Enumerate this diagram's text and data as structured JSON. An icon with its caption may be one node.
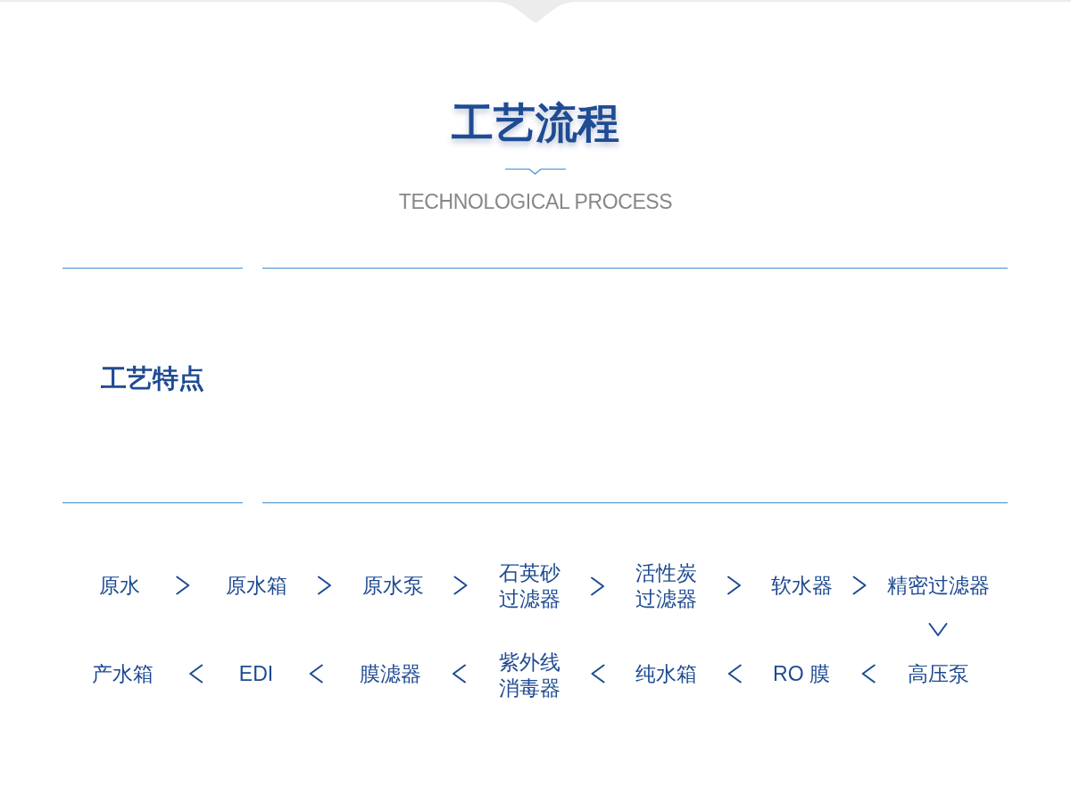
{
  "diagram": {
    "title": "工艺流程",
    "nodes": [
      {
        "text": [
          "原水"
        ]
      },
      {
        "text": [
          "原水箱"
        ]
      },
      {
        "text": [
          "原水泵"
        ]
      },
      {
        "text": [
          "石英砂过滤器"
        ]
      },
      {
        "text": [
          "活性炭过滤器"
        ]
      },
      {
        "text": [
          "软水器"
        ]
      },
      {
        "text": [
          "精密过滤器"
        ]
      },
      {
        "text": [
          "产水箱"
        ]
      },
      {
        "text": [
          "EDI"
        ]
      },
      {
        "text": [
          "膜滤器"
        ]
      },
      {
        "text": [
          "紫外线消毒器"
        ]
      },
      {
        "text": [
          "纯水箱"
        ]
      },
      {
        "text": [
          "RO 膜"
        ]
      },
      {
        "text": [
          "高压泵"
        ]
      }
    ],
    "edges": [
      {
        "from": 0,
        "to": 1,
        "arrow": "to"
      },
      {
        "from": 1,
        "to": 2,
        "arrow": "to"
      },
      {
        "from": 2,
        "to": 3,
        "arrow": "to"
      },
      {
        "from": 3,
        "to": 4,
        "arrow": "to"
      },
      {
        "from": 4,
        "to": 5,
        "arrow": "to"
      },
      {
        "from": 5,
        "to": 6,
        "arrow": "to"
      },
      {
        "from": 6,
        "to": 13,
        "arrow": "to"
      },
      {
        "from": 13,
        "to": 12,
        "arrow": "to"
      },
      {
        "from": 12,
        "to": 11,
        "arrow": "to"
      },
      {
        "from": 11,
        "to": 10,
        "arrow": "to"
      },
      {
        "from": 10,
        "to": 9,
        "arrow": "to"
      },
      {
        "from": 9,
        "to": 8,
        "arrow": "to"
      },
      {
        "from": 8,
        "to": 7,
        "arrow": "to"
      }
    ],
    "labels": [
      "TECHNOLOGICAL PROCESS",
      "工艺特点"
    ]
  }
}
